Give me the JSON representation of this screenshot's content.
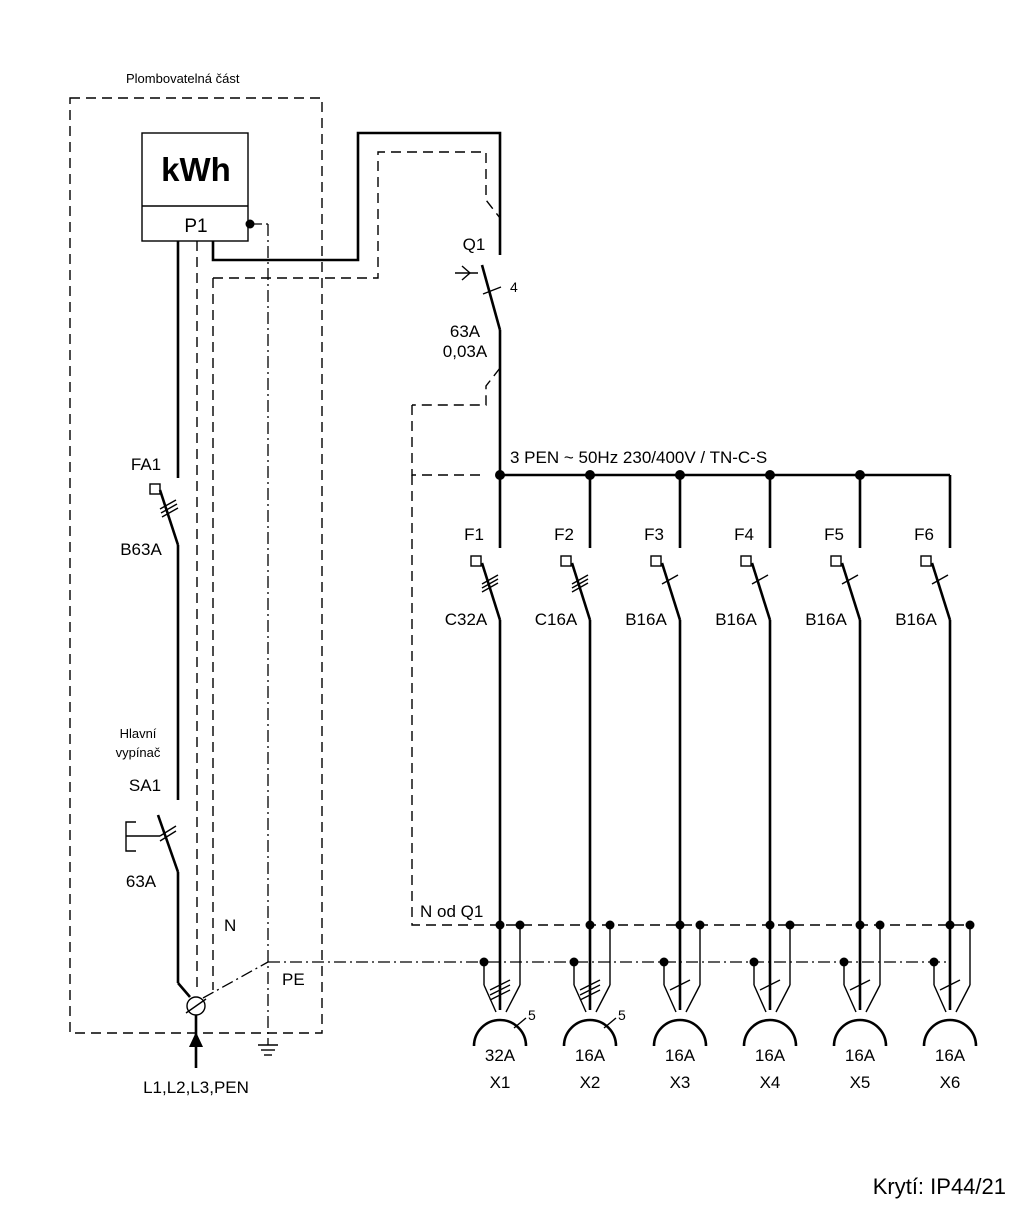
{
  "sealable_area": {
    "label": "Plombovatelná část"
  },
  "meter": {
    "title": "kWh",
    "id": "P1"
  },
  "rcd": {
    "id": "Q1",
    "poles": "4",
    "rating": "63A",
    "residual": "0,03A"
  },
  "main_breaker": {
    "id": "FA1",
    "rating": "B63A"
  },
  "main_switch": {
    "caption_line1": "Hlavní",
    "caption_line2": "vypínač",
    "id": "SA1",
    "rating": "63A"
  },
  "bus": {
    "label": "3 PEN ~ 50Hz  230/400V / TN-C-S"
  },
  "labels": {
    "n": "N",
    "pe": "PE",
    "n_from_q1": "N od Q1",
    "supply": "L1,L2,L3,PEN"
  },
  "breakers": [
    {
      "id": "F1",
      "rating": "C32A",
      "poles": 3
    },
    {
      "id": "F2",
      "rating": "C16A",
      "poles": 3
    },
    {
      "id": "F3",
      "rating": "B16A",
      "poles": 1
    },
    {
      "id": "F4",
      "rating": "B16A",
      "poles": 1
    },
    {
      "id": "F5",
      "rating": "B16A",
      "poles": 1
    },
    {
      "id": "F6",
      "rating": "B16A",
      "poles": 1
    }
  ],
  "sockets": [
    {
      "id": "X1",
      "rating": "32A",
      "wires": "5"
    },
    {
      "id": "X2",
      "rating": "16A",
      "wires": "5"
    },
    {
      "id": "X3",
      "rating": "16A",
      "wires": ""
    },
    {
      "id": "X4",
      "rating": "16A",
      "wires": ""
    },
    {
      "id": "X5",
      "rating": "16A",
      "wires": ""
    },
    {
      "id": "X6",
      "rating": "16A",
      "wires": ""
    }
  ],
  "protection": "Krytí: IP44/21"
}
